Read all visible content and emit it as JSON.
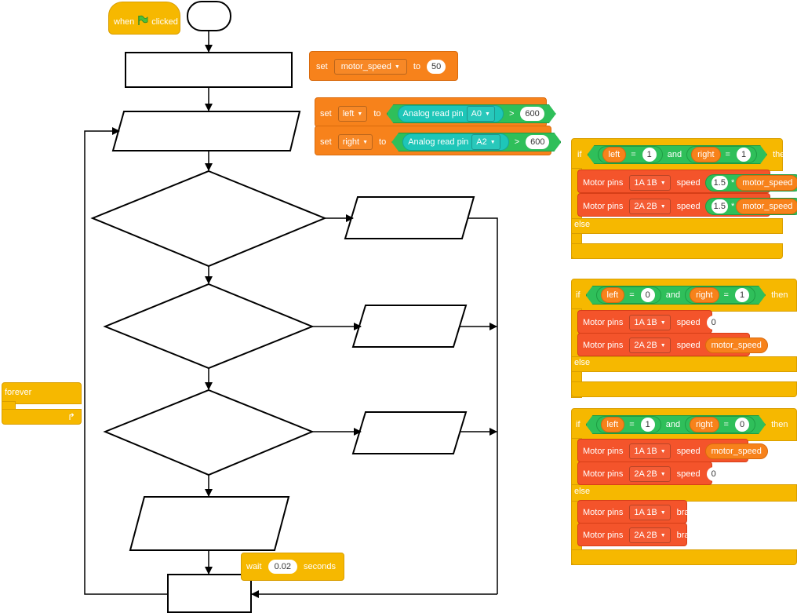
{
  "hat": {
    "when": "when",
    "clicked": "clicked",
    "flag_icon": "green-flag-icon"
  },
  "set_motor": {
    "set": "set",
    "var": "motor_speed",
    "to": "to",
    "value": "50"
  },
  "set_left": {
    "set": "set",
    "var": "left",
    "to": "to",
    "read": "Analog read pin",
    "pin": "A0",
    "op": ">",
    "value": "600"
  },
  "set_right": {
    "set": "set",
    "var": "right",
    "to": "to",
    "read": "Analog read pin",
    "pin": "A2",
    "op": ">",
    "value": "600"
  },
  "forever": {
    "label": "forever",
    "arrow_icon": "loop-arrow-icon"
  },
  "wait": {
    "label": "wait",
    "value": "0.02",
    "unit": "seconds"
  },
  "if1": {
    "if": "if",
    "left": "left",
    "eq1": "=",
    "lval": "1",
    "and": "and",
    "right": "right",
    "eq2": "=",
    "rval": "1",
    "then": "then",
    "m1": {
      "label": "Motor pins",
      "pins": "1A 1B",
      "speed": "speed",
      "mult": "1.5",
      "op": "*",
      "var": "motor_speed"
    },
    "m2": {
      "label": "Motor pins",
      "pins": "2A 2B",
      "speed": "speed",
      "mult": "1.5",
      "op": "*",
      "var": "motor_speed"
    },
    "else": "else"
  },
  "if2": {
    "if": "if",
    "left": "left",
    "eq1": "=",
    "lval": "0",
    "and": "and",
    "right": "right",
    "eq2": "=",
    "rval": "1",
    "then": "then",
    "m1": {
      "label": "Motor pins",
      "pins": "1A 1B",
      "speed": "speed",
      "value": "0"
    },
    "m2": {
      "label": "Motor pins",
      "pins": "2A 2B",
      "speed": "speed",
      "var": "motor_speed"
    },
    "else": "else"
  },
  "if3": {
    "if": "if",
    "left": "left",
    "eq1": "=",
    "lval": "1",
    "and": "and",
    "right": "right",
    "eq2": "=",
    "rval": "0",
    "then": "then",
    "m1": {
      "label": "Motor pins",
      "pins": "1A 1B",
      "speed": "speed",
      "var": "motor_speed"
    },
    "m2": {
      "label": "Motor pins",
      "pins": "2A 2B",
      "speed": "speed",
      "value": "0"
    },
    "else": "else",
    "b1": {
      "label": "Motor pins",
      "pins": "1A 1B",
      "action": "brake"
    },
    "b2": {
      "label": "Motor pins",
      "pins": "2A 2B",
      "action": "brake"
    }
  }
}
